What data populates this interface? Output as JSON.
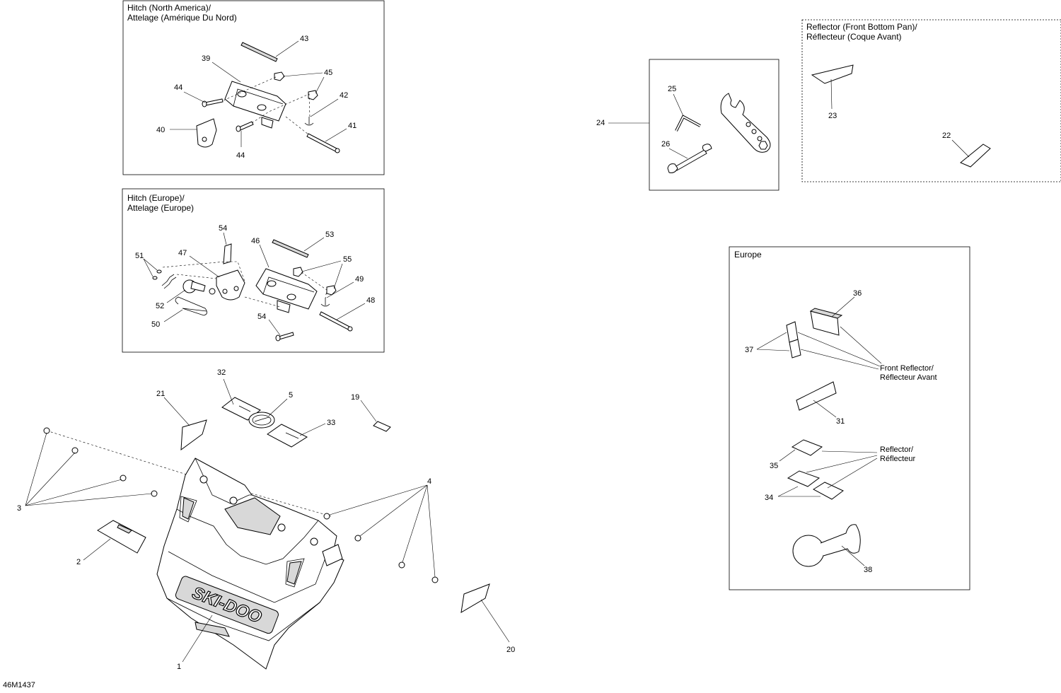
{
  "diagram_id": "46M1437",
  "boxes": {
    "hitch_na": {
      "title1": "Hitch (North America)/",
      "title2": "Attelage (Amérique Du Nord)"
    },
    "hitch_eu": {
      "title1": "Hitch (Europe)/",
      "title2": "Attelage (Europe)"
    },
    "reflector_front": {
      "title1": "Reflector (Front Bottom Pan)/",
      "title2": "Réflecteur (Coque Avant)"
    },
    "europe": {
      "title": "Europe"
    }
  },
  "callouts": {
    "front_reflector_1": "Front Reflector/",
    "front_reflector_2": "Réflecteur Avant",
    "reflector_1": "Reflector/",
    "reflector_2": "Réflecteur"
  },
  "brand_logo": "SKI-DOO",
  "parts": {
    "p1": "1",
    "p2": "2",
    "p3": "3",
    "p4": "4",
    "p5": "5",
    "p19": "19",
    "p20": "20",
    "p21": "21",
    "p22": "22",
    "p23": "23",
    "p24": "24",
    "p25": "25",
    "p26": "26",
    "p31": "31",
    "p32": "32",
    "p33": "33",
    "p34": "34",
    "p35": "35",
    "p36": "36",
    "p37": "37",
    "p38": "38",
    "p39": "39",
    "p40": "40",
    "p41": "41",
    "p42": "42",
    "p43": "43",
    "p44a": "44",
    "p44b": "44",
    "p45": "45",
    "p46": "46",
    "p47": "47",
    "p48": "48",
    "p49": "49",
    "p50": "50",
    "p51": "51",
    "p52": "52",
    "p53": "53",
    "p54a": "54",
    "p54b": "54",
    "p55": "55"
  }
}
